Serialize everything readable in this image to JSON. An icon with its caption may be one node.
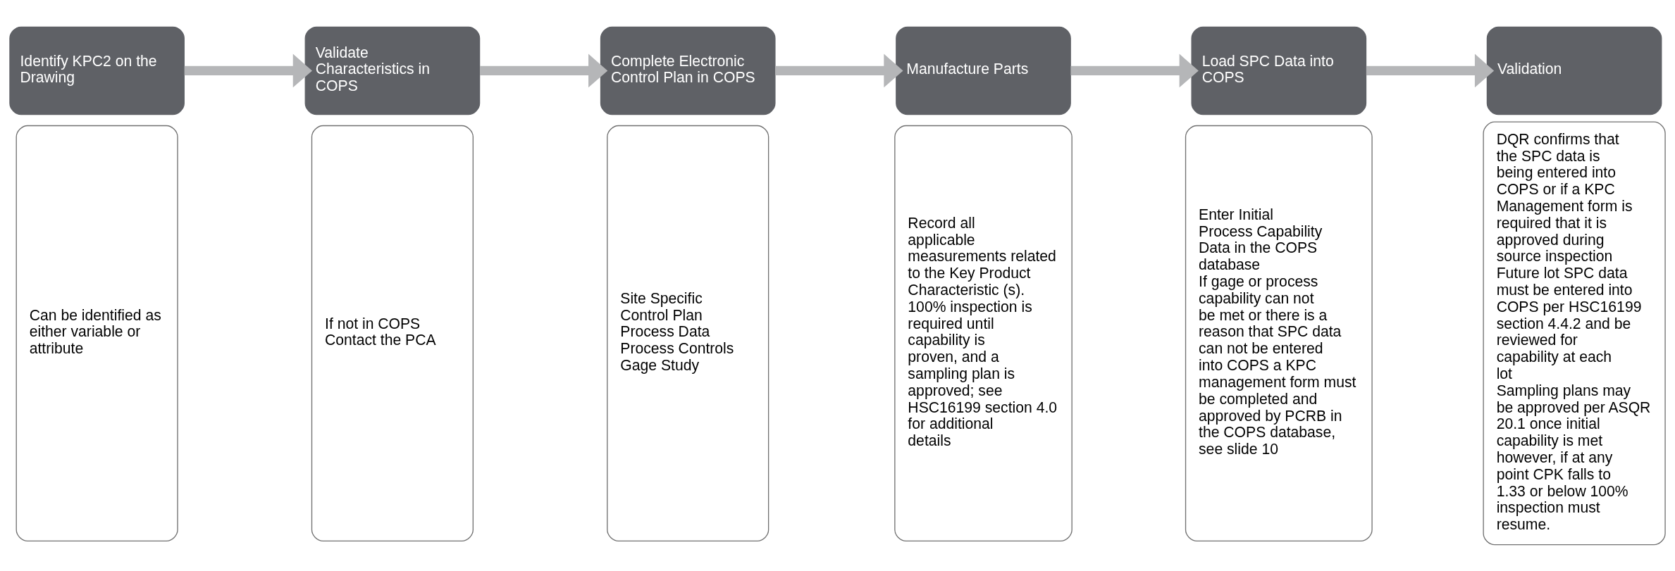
{
  "diagram": {
    "nodes": [
      {
        "text": [
          "Identify KPC2 on the Drawing"
        ]
      },
      {
        "text": [
          "Can be identified as either variable or attribute"
        ]
      },
      {
        "text": [
          "Validate Characteristics in COPS"
        ]
      },
      {
        "text": [
          "If not in COPS Contact the PCA"
        ]
      },
      {
        "text": [
          "Complete Electronic Control Plan in COPS"
        ]
      },
      {
        "text": [
          "Site Specific Control Plan",
          "Process Data",
          "Process Controls",
          "Gage Study"
        ]
      },
      {
        "text": [
          "Manufacture Parts"
        ]
      },
      {
        "text": [
          "Record all applicable measurements related to the Key Product Characteristic (s). 100% inspection is required until capability is proven, and a sampling plan is approved; see HSC16199 section 4.0 for additional details"
        ]
      },
      {
        "text": [
          "Load SPC Data into COPS"
        ]
      },
      {
        "text": [
          "Enter Initial Process Capability Data in the COPS database",
          "If gage or process capability can not be met or there is a reason that SPC data can not be entered into COPS a KPC management form must be completed and approved by PCRB in the COPS database, see slide 10"
        ]
      },
      {
        "text": [
          "Validation"
        ]
      },
      {
        "text": [
          "DQR confirms that the SPC data is being entered into COPS or if a KPC Management form is required that it is approved during source inspection",
          "Future lot SPC data must be entered into COPS per HSC16199 section 4.4.2 and be reviewed for capability at each lot",
          "Sampling plans may be approved per ASQR 20.1 once initial capability is met however, if at any point CPK falls to 1.33 or below 100% inspection must resume."
        ]
      }
    ],
    "edges": [
      {
        "from": 0,
        "to": 2,
        "arrow": "to"
      },
      {
        "from": 2,
        "to": 4,
        "arrow": "to"
      },
      {
        "from": 4,
        "to": 6,
        "arrow": "to"
      },
      {
        "from": 6,
        "to": 8,
        "arrow": "to"
      },
      {
        "from": 8,
        "to": 10,
        "arrow": "to"
      }
    ]
  }
}
